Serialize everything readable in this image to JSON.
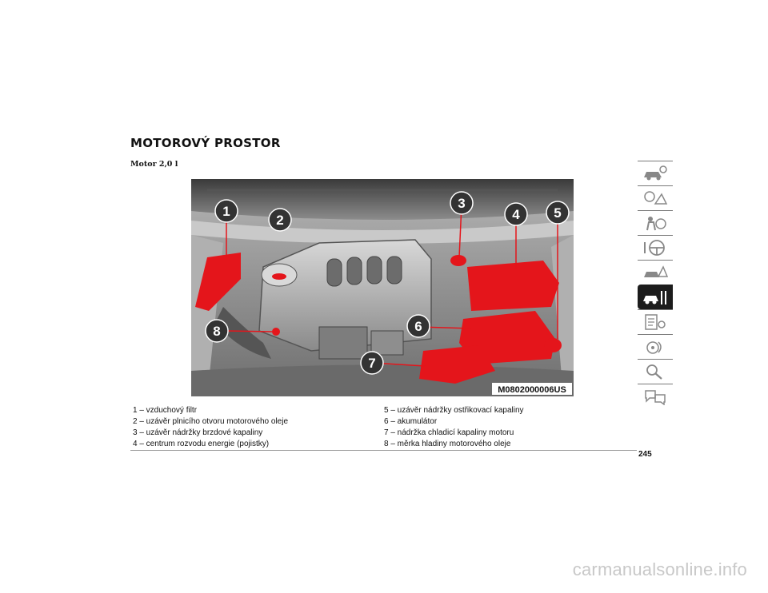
{
  "header": {
    "title": "MOTOROVÝ PROSTOR",
    "subtitle": "Motor 2,0 l"
  },
  "figure": {
    "callouts": [
      "1",
      "2",
      "3",
      "4",
      "5",
      "6",
      "7",
      "8"
    ],
    "image_code": "M0802000006US",
    "highlight_color": "#e4151b",
    "callout_color": "#333333"
  },
  "legend": {
    "left": [
      "1 – vzduchový filtr",
      "2 – uzávěr plnicího otvoru motorového oleje",
      "3 – uzávěr nádržky brzdové kapaliny",
      "4 – centrum rozvodu energie (pojistky)"
    ],
    "right": [
      "5 – uzávěr nádržky ostřikovací kapaliny",
      "6 – akumulátor",
      "7 – nádržka chladicí kapaliny motoru",
      "8 – měrka hladiny motorového oleje"
    ]
  },
  "page_number": "245",
  "side_tabs": [
    {
      "icon": "car-info-icon",
      "active": false
    },
    {
      "icon": "dashboard-warning-icon",
      "active": false
    },
    {
      "icon": "safety-airbag-icon",
      "active": false
    },
    {
      "icon": "steering-wheel-icon",
      "active": false
    },
    {
      "icon": "car-emergency-icon",
      "active": false
    },
    {
      "icon": "car-service-wrench-icon",
      "active": true
    },
    {
      "icon": "specifications-icon",
      "active": false
    },
    {
      "icon": "multimedia-icon",
      "active": false
    },
    {
      "icon": "index-search-icon",
      "active": false
    },
    {
      "icon": "language-icon",
      "active": false
    }
  ],
  "watermark": "carmanualsonline.info"
}
